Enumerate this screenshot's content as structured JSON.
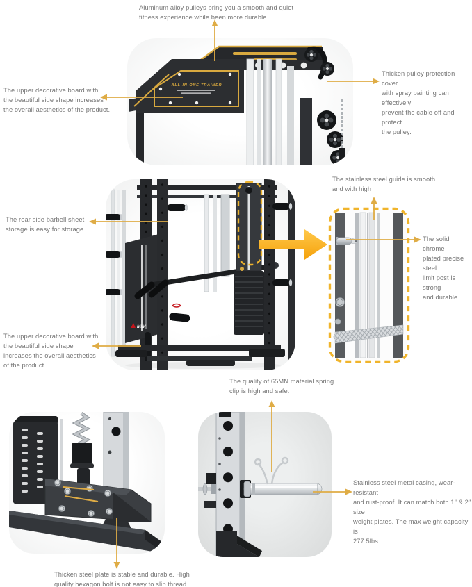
{
  "annotations": {
    "pulleys_top": "Aluminum alloy pulleys bring you a smooth and quiet\nfitness experience while been more durable.",
    "upper_board_top": "The upper decorative board with\nthe beautiful side shape increases\nthe overall aesthetics of the product.",
    "pulley_cover": "Thicken pulley protection cover\nwith spray painting can effectively\nprevent the cable off and protect\nthe pulley.",
    "steel_guide": "The stainless steel guide is smooth\nand with high",
    "rear_storage": "The rear side barbell sheet\nstorage is easy for storage.",
    "limit_post": "The solid chrome\nplated precise steel\nlimit post is strong\nand durable.",
    "upper_board_mid": "The upper decorative board with\nthe beautiful side shape\nincreases the overall aesthetics\nof the product.",
    "spring_clip": "The quality of 65MN material spring\nclip is high and safe.",
    "metal_casing": "Stainless steel metal casing, wear-resistant\nand rust-proof. It can match both 1\" & 2\" size\nweight plates. The max weight capacity is\n277.5lbs",
    "steel_plate": "Thicken steel plate is stable and durable. High\nquality hexagon bolt is not easy to slip thread."
  },
  "machine": {
    "board_label": "ALL-IN-ONE TRAINER",
    "brand": "MiM"
  },
  "colors": {
    "background": "#ffffff",
    "annotation_text": "#767676",
    "leader_line": "#DFAC45",
    "zoom_arrow": "#FBB216",
    "dashed_highlight": "#ECB22D",
    "callout_border": "#F0B42B",
    "machine_dark": "#26282b",
    "board_accent": "#D8A93F",
    "brand_red": "#C4161C",
    "chrome": "#d6d9dc"
  }
}
